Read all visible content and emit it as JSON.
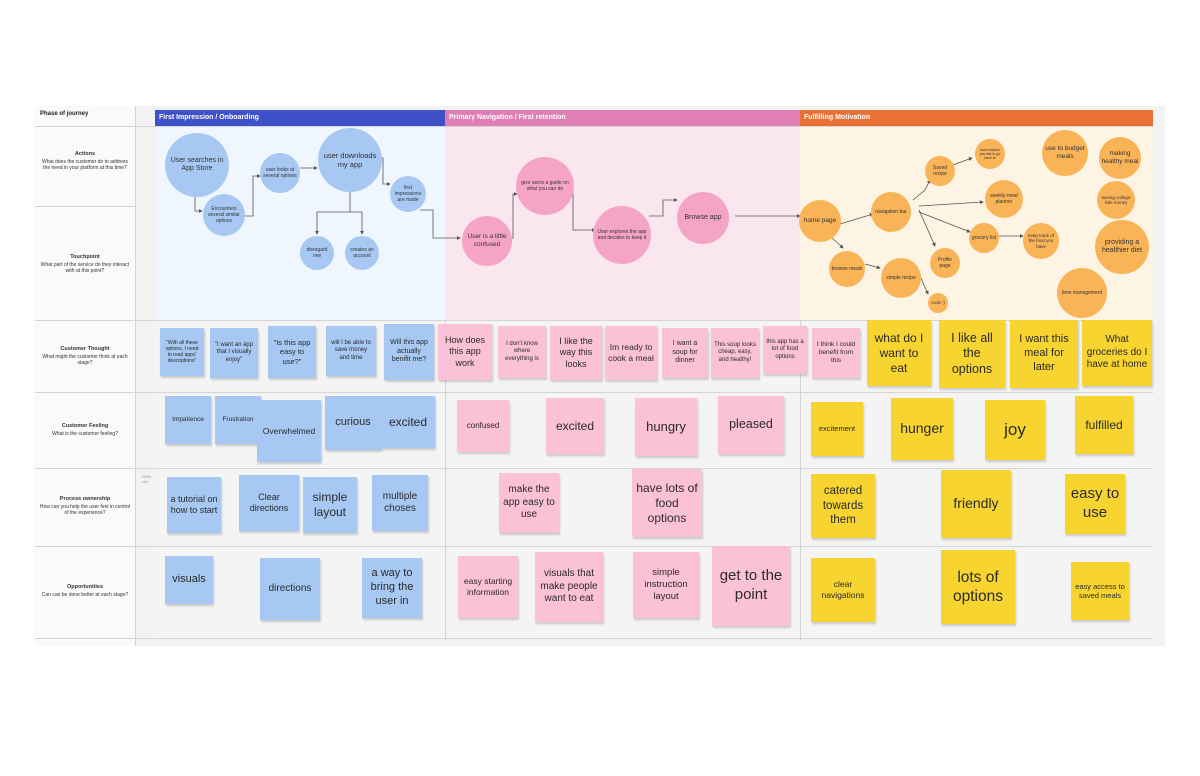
{
  "phase_label": "Phase of journey",
  "phases": [
    {
      "title": "First Impression / Onboarding",
      "color": "#3f51c8",
      "bg": "#f0f6fd"
    },
    {
      "title": "Primary Navigation / First retention",
      "color": "#e07fb3",
      "bg": "#f9e6ef"
    },
    {
      "title": "Fulfilling Motivation",
      "color": "#ea7036",
      "bg": "#fdf4e4"
    }
  ],
  "rows": {
    "actions": {
      "title": "Actions",
      "desc": "What does the customer do to address the need in your platform at this time?"
    },
    "touchpoint": {
      "title": "Touchpoint",
      "desc": "What part of the service do they interact with at this point?"
    },
    "thought": {
      "title": "Customer Thought",
      "desc": "What might the customer think at each stage?"
    },
    "feeling": {
      "title": "Customer Feeling",
      "desc": "What is the customer feeling?"
    },
    "ownership": {
      "title": "Process ownership",
      "desc": "How can you help the user feel in control of the experience?"
    },
    "opportunities": {
      "title": "Opportunities",
      "desc": "Can can be done better at each stage?"
    }
  },
  "circles": {
    "c1": "User searches in App Store",
    "c2": "Encounters several similar options",
    "c3": "user looks at several options",
    "c4": "user downloads my app",
    "c5": "first impressions are made",
    "c6": "disregard one",
    "c7": "creates an account",
    "p1": "User is a little confused",
    "p2": "give users a guide on what you can do",
    "p3": "User explores the app and decides to keep it",
    "p4": "Browse app",
    "o1": "home page",
    "o2": "navigation bar",
    "o3": "Saved recipe",
    "o4": "save recipes you like to go back to",
    "o5": "weekly meal planner",
    "o6": "grocery list",
    "o7": "keep track of the food you have",
    "o8": "Profile page",
    "o9": "browse meals",
    "o10": "simple recipe",
    "o11": "cook :)",
    "o12": "use to budget meals",
    "o13": "making healthy meal",
    "o14": "saving college kids money",
    "o15": "providing a healthier diet",
    "o16": "time management"
  },
  "thoughts": {
    "t1": "\"With all these options, I need to read apps' descriptions\"",
    "t2": "\"I want an app that I visually enjoy\"",
    "t3": "\"Is this app easy to use?\"",
    "t4": "will I be able to save money and time",
    "t5": "Will this app actually benifit me?",
    "t6": "How does this app work",
    "t7": "I don't know where everything is",
    "t8": "I like the way this looks",
    "t9": "Im ready to cook a meal",
    "t10": "I want a soup for dinner",
    "t11": "This soup looks cheap, easy, and healthy!",
    "t12": "this app has a lot of food options",
    "t13": "I think I could benefit from this",
    "t14": "what do I want to eat",
    "t15": "I like all the options",
    "t16": "I want this meal for later",
    "t17": "What groceries do I have at home"
  },
  "feelings": {
    "f1": "Impatience",
    "f2": "Frustration",
    "f3": "Overwhelmed",
    "f4": "curious",
    "f5": "excited",
    "f6": "confused",
    "f7": "excited",
    "f8": "hungry",
    "f9": "pleased",
    "f10": "excitement",
    "f11": "hunger",
    "f12": "joy",
    "f13": "fulfilled"
  },
  "ownership": {
    "w1": "a tutorial on how to start",
    "w2": "Clear directions",
    "w3": "simple layout",
    "w4": "multiple choses",
    "w5": "make the app easy to use",
    "w6": "have lots of food options",
    "w7": "catered towards them",
    "w8": "friendly",
    "w9": "easy to use"
  },
  "opportunities": {
    "op1": "visuals",
    "op2": "directions",
    "op3": "a way to bring the user in",
    "op4": "easy starting information",
    "op5": "visuals that make people want to eat",
    "op6": "simple instruction layout",
    "op7": "get to the point",
    "op8": "clear navigations",
    "op9": "lots of options",
    "op10": "easy access to saved meals"
  },
  "side_note": "Refle ctio"
}
